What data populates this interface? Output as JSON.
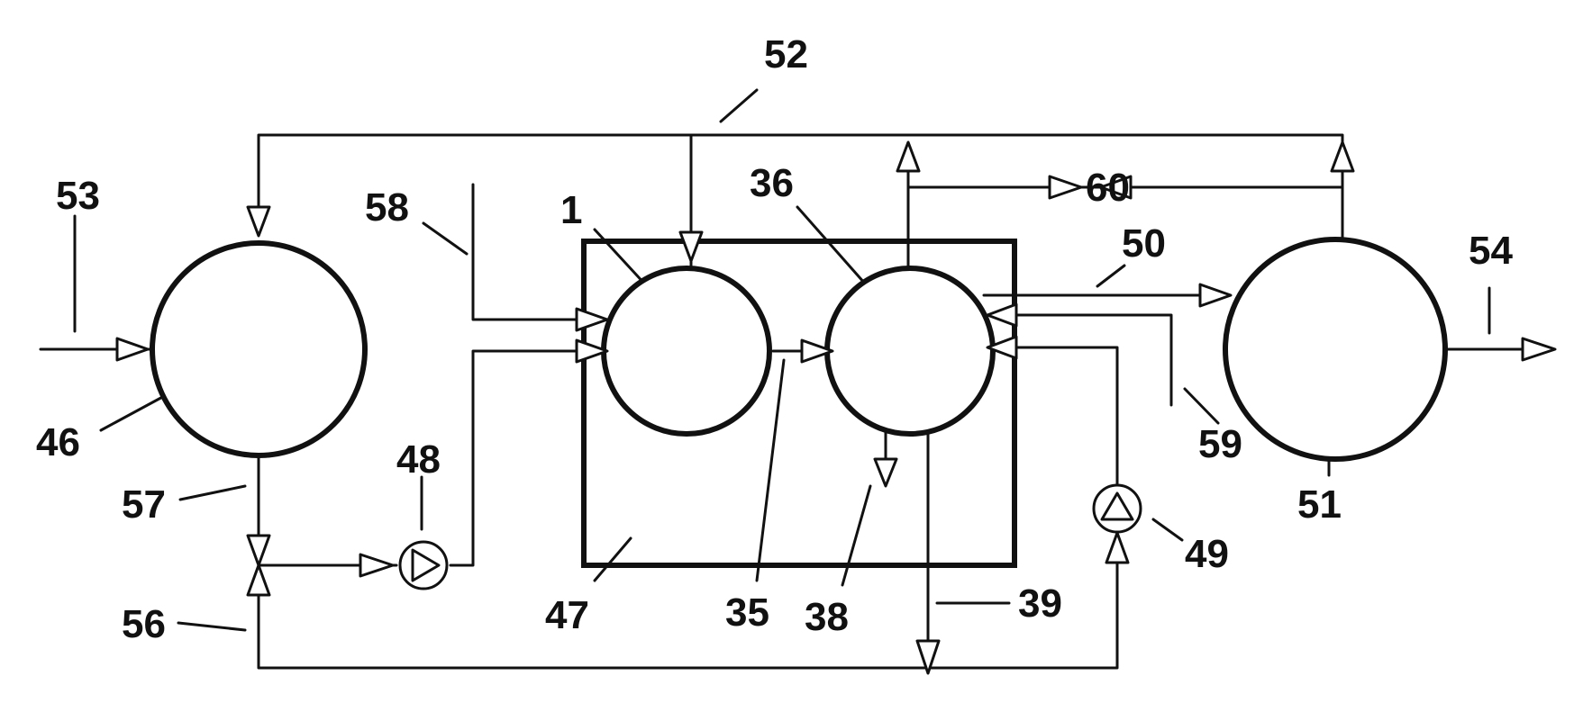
{
  "labels": {
    "l1": "1",
    "l35": "35",
    "l36": "36",
    "l38": "38",
    "l39": "39",
    "l46": "46",
    "l47": "47",
    "l48": "48",
    "l49": "49",
    "l50": "50",
    "l51": "51",
    "l52": "52",
    "l53": "53",
    "l54": "54",
    "l56": "56",
    "l57": "57",
    "l58": "58",
    "l59": "59",
    "l60": "60"
  }
}
